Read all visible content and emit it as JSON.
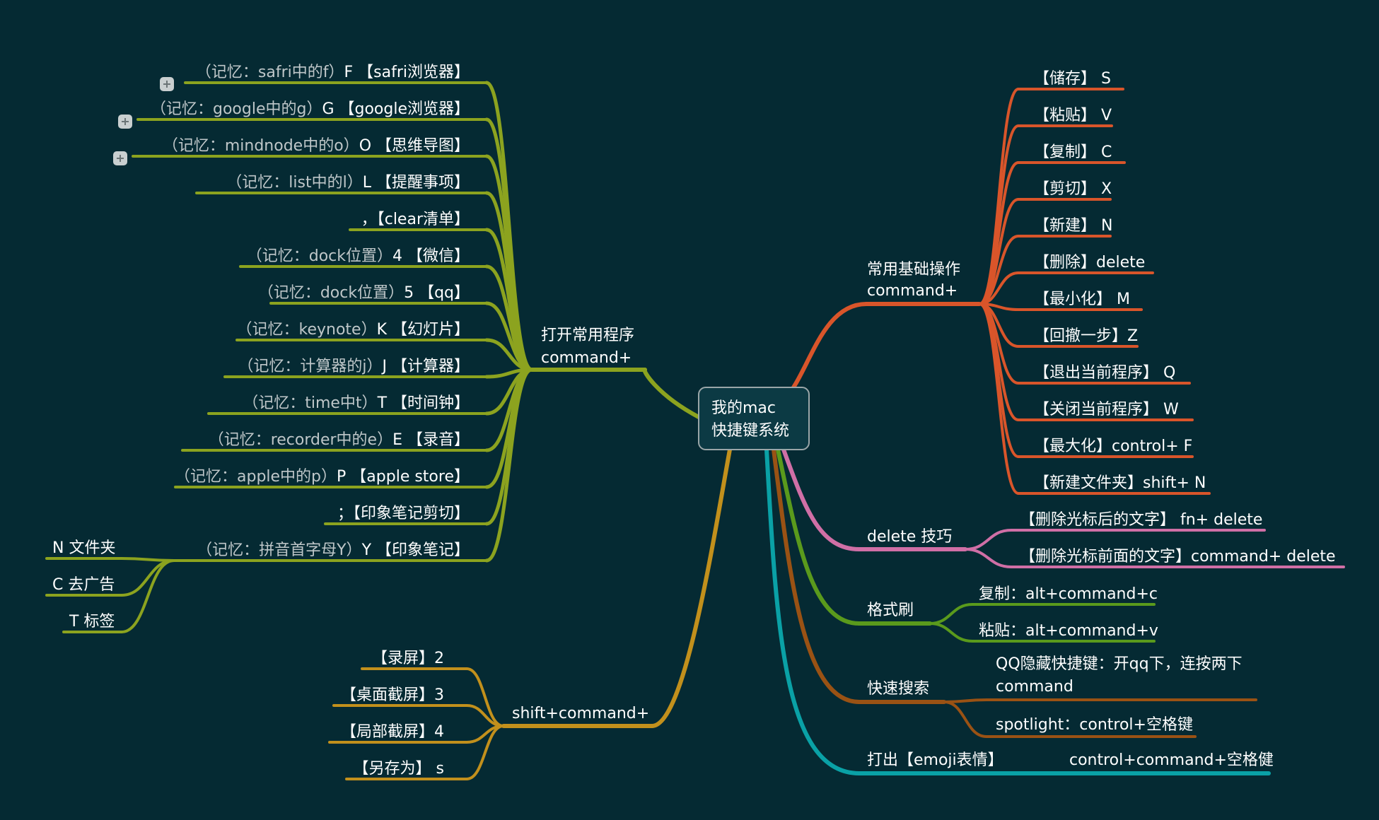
{
  "colors": {
    "background": "#052a33",
    "root_border": "#9aa6a8",
    "root_fill": "#0c3a44",
    "branch_open_apps": "#8ca31f",
    "branch_basic": "#d9552a",
    "branch_delete": "#d06fa6",
    "branch_format": "#5a9a1c",
    "branch_search": "#9a5214",
    "branch_emoji": "#0aa1a6",
    "branch_shift": "#c2901c",
    "memory_gray": "#bfc7c9"
  },
  "root": {
    "line1": "我的mac",
    "line2": "快捷键系统"
  },
  "open_apps": {
    "title_line1": "打开常用程序",
    "title_line2": "command+",
    "items": [
      {
        "memo": "（记忆：safri中的f）",
        "key": "F 【safri浏览器】",
        "collapsed": true
      },
      {
        "memo": "（记忆：google中的g）",
        "key": "G 【google浏览器】",
        "collapsed": true
      },
      {
        "memo": "（记忆：mindnode中的o）",
        "key": "O 【思维导图】",
        "collapsed": true
      },
      {
        "memo": "（记忆：list中的l）",
        "key": "L 【提醒事项】"
      },
      {
        "memo": "",
        "key": "，【clear清单】"
      },
      {
        "memo": "（记忆：dock位置）",
        "key": "4 【微信】"
      },
      {
        "memo": "（记忆：dock位置）",
        "key": "5 【qq】"
      },
      {
        "memo": "（记忆：keynote）",
        "key": "K 【幻灯片】"
      },
      {
        "memo": "（记忆：计算器的j）",
        "key": "J 【计算器】"
      },
      {
        "memo": "（记忆：time中t）",
        "key": "T 【时间钟】"
      },
      {
        "memo": "（记忆：recorder中的e）",
        "key": "E 【录音】"
      },
      {
        "memo": "（记忆：apple中的p）",
        "key": "P 【apple store】"
      },
      {
        "memo": "",
        "key": "；【印象笔记剪切】"
      },
      {
        "memo": "（记忆：拼音首字母Y）",
        "key": "Y 【印象笔记】"
      }
    ],
    "evernote_children": [
      "N 文件夹",
      "C 去广告",
      "T 标签"
    ]
  },
  "shift_command": {
    "title": "shift+command+",
    "items": [
      "【录屏】2",
      "【桌面截屏】3",
      "【局部截屏】4",
      "【另存为】 s"
    ]
  },
  "basic": {
    "title_line1": "常用基础操作",
    "title_line2": "command+",
    "items": [
      "【储存】 S",
      "【粘贴】 V",
      "【复制】 C",
      "【剪切】 X",
      "【新建】 N",
      "【删除】delete",
      "【最小化】 M",
      "【回撤一步】Z",
      "【退出当前程序】 Q",
      "【关闭当前程序】 W",
      "【最大化】control+ F",
      "【新建文件夹】shift+ N"
    ]
  },
  "delete_tips": {
    "title": "delete 技巧",
    "items": [
      "【删除光标后的文字】 fn+ delete",
      "【删除光标前面的文字】command+ delete"
    ]
  },
  "format_brush": {
    "title": "格式刷",
    "items": [
      "复制：alt+command+c",
      "粘贴：alt+command+v"
    ]
  },
  "quick_search": {
    "title": "快速搜索",
    "items": [
      {
        "line1": "QQ隐藏快捷键：开qq下，连按两下",
        "line2": "command"
      },
      {
        "line1": "spotlight：control+空格键",
        "line2": ""
      }
    ]
  },
  "emoji": {
    "title": "打出【emoji表情】",
    "value": "control+command+空格健"
  }
}
